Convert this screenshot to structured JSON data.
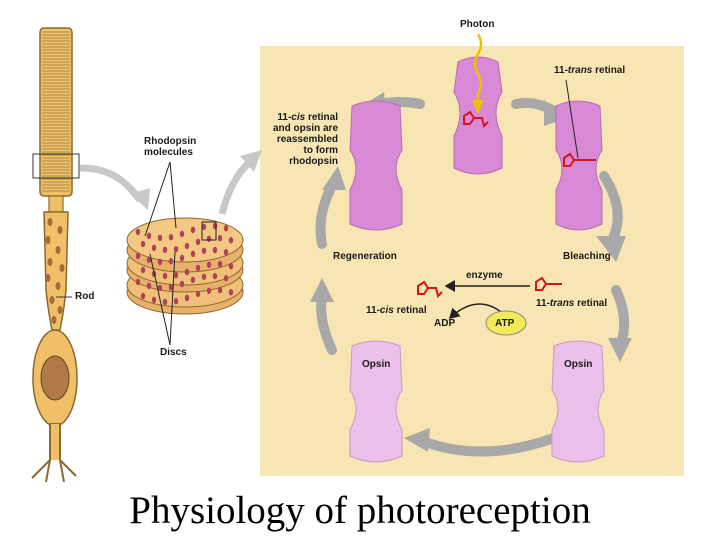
{
  "title": "Physiology of photoreception",
  "labels": {
    "rhodopsin_molecules_1": "Rhodopsin",
    "rhodopsin_molecules_2": "molecules",
    "rod": "Rod",
    "discs": "Discs",
    "photon": "Photon",
    "trans_retinal_top_num": "11-",
    "trans_retinal_top_word": "trans",
    "trans_retinal_top_rest": " retinal",
    "reassembly_1_num": "11-",
    "reassembly_1_word": "cis",
    "reassembly_1_rest": " retinal",
    "reassembly_2": "and opsin are",
    "reassembly_3": "reassembled",
    "reassembly_4": "to form",
    "reassembly_5": "rhodopsin",
    "regeneration": "Regeneration",
    "bleaching": "Bleaching",
    "enzyme": "enzyme",
    "cis_retinal_num": "11-",
    "cis_retinal_word": "cis",
    "cis_retinal_rest": " retinal",
    "trans_retinal_mid_num": "11-",
    "trans_retinal_mid_word": "trans",
    "trans_retinal_mid_rest": " retinal",
    "adp": "ADP",
    "atp": "ATP",
    "opsin_left": "Opsin",
    "opsin_right": "Opsin"
  },
  "colors": {
    "panel_bg": "#f7e6b4",
    "rhodopsin_fill": "#d98ad6",
    "opsin_fill": "#ecc0ea",
    "cycle_arrow": "#a8a8a8",
    "retinal_red": "#d8141b",
    "photon_yellow": "#f0c000",
    "atp_fill": "#f2ea5a",
    "rod_fill": "#f0c068",
    "rod_stroke": "#8a6a30",
    "disc_fill": "#e8b06a"
  }
}
